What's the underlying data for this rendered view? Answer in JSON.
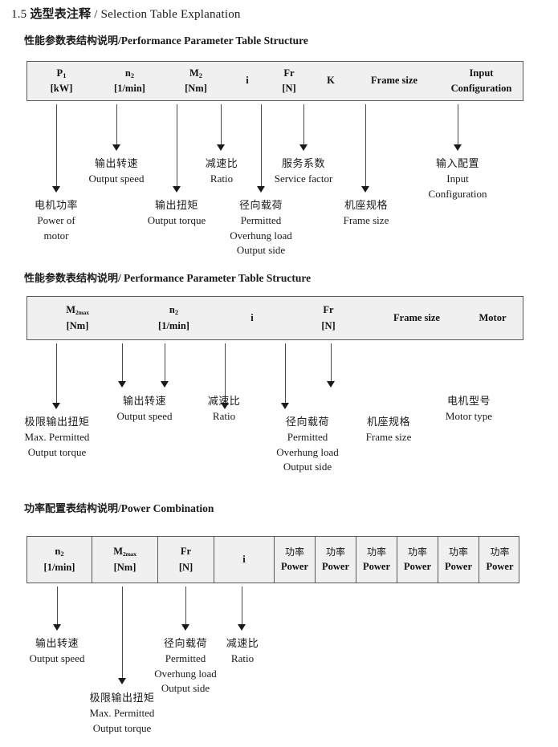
{
  "document": {
    "section_number": "1.5",
    "title_cn": "选型表注释",
    "title_sep": "/",
    "title_en": "Selection Table Explanation"
  },
  "colors": {
    "header_fill": "#f0f0f0",
    "header_border": "#5a5a5a",
    "arrow": "#1a1a1a",
    "text": "#1a1a1a",
    "page_bg": "#ffffff"
  },
  "sections": [
    {
      "heading_cn": "性能参数表结构说明",
      "heading_sep": "/",
      "heading_en": "Performance Parameter Table Structure",
      "table": {
        "divided": false,
        "columns": [
          {
            "line1": "P",
            "sub1": "1",
            "line2": "[kW]"
          },
          {
            "line1": "n",
            "sub1": "2",
            "line2": "[1/min]"
          },
          {
            "line1": "M",
            "sub1": "2",
            "line2": "[Nm]"
          },
          {
            "line1": "i",
            "sub1": "",
            "line2": ""
          },
          {
            "line1": "Fr",
            "sub1": "",
            "line2": "[N]"
          },
          {
            "line1": "K",
            "sub1": "",
            "line2": ""
          },
          {
            "line1": "Frame size",
            "sub1": "",
            "line2": ""
          },
          {
            "line1": "Input",
            "sub1": "",
            "line2": "Configuration"
          }
        ]
      },
      "notes": [
        {
          "cn": "电机功率",
          "en": [
            "Power of",
            "motor"
          ]
        },
        {
          "cn": "输出转速",
          "en": [
            "Output speed"
          ]
        },
        {
          "cn": "输出扭矩",
          "en": [
            "Output torque"
          ]
        },
        {
          "cn": "减速比",
          "en": [
            "Ratio"
          ]
        },
        {
          "cn": "径向载荷",
          "en": [
            "Permitted",
            "Overhung load",
            "Output side"
          ]
        },
        {
          "cn": "服务系数",
          "en": [
            "Service factor"
          ]
        },
        {
          "cn": "机座规格",
          "en": [
            "Frame size"
          ]
        },
        {
          "cn": "输入配置",
          "en": [
            "Input",
            "Configuration"
          ]
        }
      ]
    },
    {
      "heading_cn": "性能参数表结构说明",
      "heading_sep": "/",
      "heading_en": "Performance Parameter Table Structure",
      "table": {
        "divided": false,
        "columns": [
          {
            "line1": "M",
            "sub1": "2max",
            "line2": "[Nm]"
          },
          {
            "line1": "n",
            "sub1": "2",
            "line2": "[1/min]"
          },
          {
            "line1": "i",
            "sub1": "",
            "line2": ""
          },
          {
            "line1": "Fr",
            "sub1": "",
            "line2": "[N]"
          },
          {
            "line1": "Frame size",
            "sub1": "",
            "line2": ""
          },
          {
            "line1": "Motor",
            "sub1": "",
            "line2": ""
          }
        ]
      },
      "notes": [
        {
          "cn": "极限输出扭矩",
          "en": [
            "Max. Permitted",
            "Output  torque"
          ]
        },
        {
          "cn": "输出转速",
          "en": [
            "Output speed"
          ]
        },
        {
          "cn": "减速比",
          "en": [
            "Ratio"
          ]
        },
        {
          "cn": "径向载荷",
          "en": [
            "Permitted",
            "Overhung load",
            "Output side"
          ]
        },
        {
          "cn": "机座规格",
          "en": [
            "Frame size"
          ]
        },
        {
          "cn": "电机型号",
          "en": [
            "Motor type"
          ]
        }
      ]
    },
    {
      "heading_cn": "功率配置表结构说明",
      "heading_sep": "/",
      "heading_en": "Power Combination",
      "table": {
        "divided": true,
        "columns": [
          {
            "line1": "n",
            "sub1": "2",
            "line2": "[1/min]"
          },
          {
            "line1": "M",
            "sub1": "2max",
            "line2": "[Nm]"
          },
          {
            "line1": "Fr",
            "sub1": "",
            "line2": "[N]"
          },
          {
            "line1": "i",
            "sub1": "",
            "line2": ""
          },
          {
            "cn_line": "功率",
            "line2": "Power"
          },
          {
            "cn_line": "功率",
            "line2": "Power"
          },
          {
            "cn_line": "功率",
            "line2": "Power"
          },
          {
            "cn_line": "功率",
            "line2": "Power"
          },
          {
            "cn_line": "功率",
            "line2": "Power"
          },
          {
            "cn_line": "功率",
            "line2": "Power"
          }
        ]
      },
      "notes": [
        {
          "cn": "输出转速",
          "en": [
            "Output speed"
          ]
        },
        {
          "cn": "极限输出扭矩",
          "en": [
            "Max. Permitted",
            "Output  torque"
          ]
        },
        {
          "cn": "径向载荷",
          "en": [
            "Permitted",
            "Overhung load",
            "Output side"
          ]
        },
        {
          "cn": "减速比",
          "en": [
            "Ratio"
          ]
        }
      ]
    }
  ]
}
